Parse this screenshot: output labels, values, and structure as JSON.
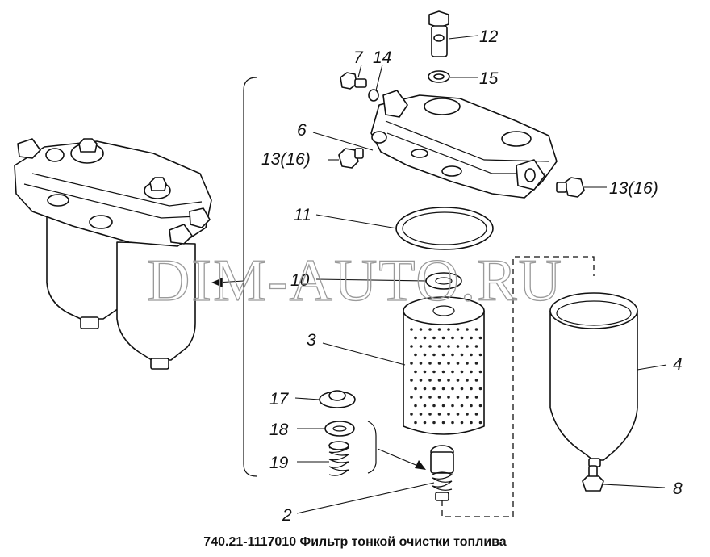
{
  "watermark": "DIM-AUTO.RU",
  "caption": "740.21-1117010 Фильтр тонкой очистки топлива",
  "callouts": {
    "c12": "12",
    "c7": "7",
    "c14": "14",
    "c15": "15",
    "c6": "6",
    "c13a": "13(16)",
    "c13b": "13(16)",
    "c11": "11",
    "c10": "10",
    "c3": "3",
    "c4": "4",
    "c17": "17",
    "c18": "18",
    "c19": "19",
    "c2": "2",
    "c8": "8"
  }
}
